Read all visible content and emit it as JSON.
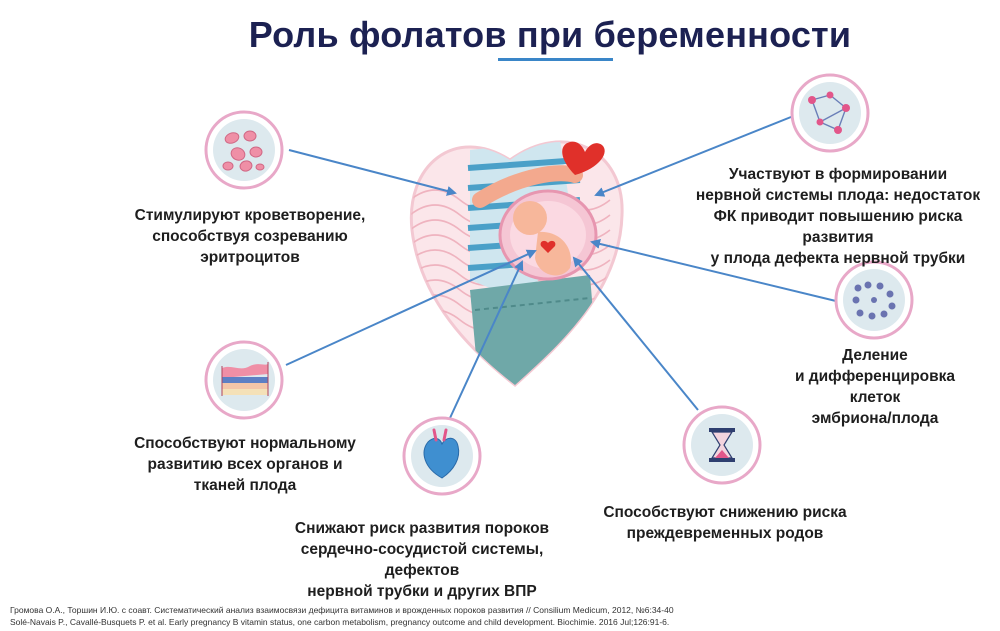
{
  "title": "Роль фолатов при беременности",
  "items": [
    {
      "icon": "red-blood-cells-icon",
      "text": "Стимулируют  кроветворение,\nспособствуя созреванию\nэритроцитов"
    },
    {
      "icon": "neural-network-icon",
      "text": "Участвуют  в формировании\nнервной системы плода: недостаток\nФК приводит повышению риска\nразвития\nу плода дефекта нервной трубки"
    },
    {
      "icon": "cell-division-icon",
      "text": "Деление\nи дифференцировка\nклеток\nэмбриона/плода"
    },
    {
      "icon": "hourglass-icon",
      "text": "Способствуют  снижению риска\nпреждевременных родов"
    },
    {
      "icon": "heart-organ-icon",
      "text": "Снижают  риск развития  пороков\nсердечно-сосудистой  системы, дефектов\nнервной трубки  и других ВПР"
    },
    {
      "icon": "tissue-layers-icon",
      "text": "Способствуют  нормальному\nразвитию  всех органов и\nтканей плода"
    }
  ],
  "references": [
    "Громова О.А., Торшин И.Ю. с соавт. Систематический анализ взаимосвязи дефицита витаминов и врожденных пороков развития // Consilium Medicum, 2012, №6:34-40",
    "Solé-Navais P., Cavallé-Busquets P. et al. Early pregnancy B vitamin status, one carbon metabolism, pregnancy outcome and child development. Biochimie. 2016 Jul;126:91-6."
  ],
  "colors": {
    "title": "#1c2152",
    "connector": "#4a86c8",
    "icon_ring": "#e8a8c8"
  }
}
